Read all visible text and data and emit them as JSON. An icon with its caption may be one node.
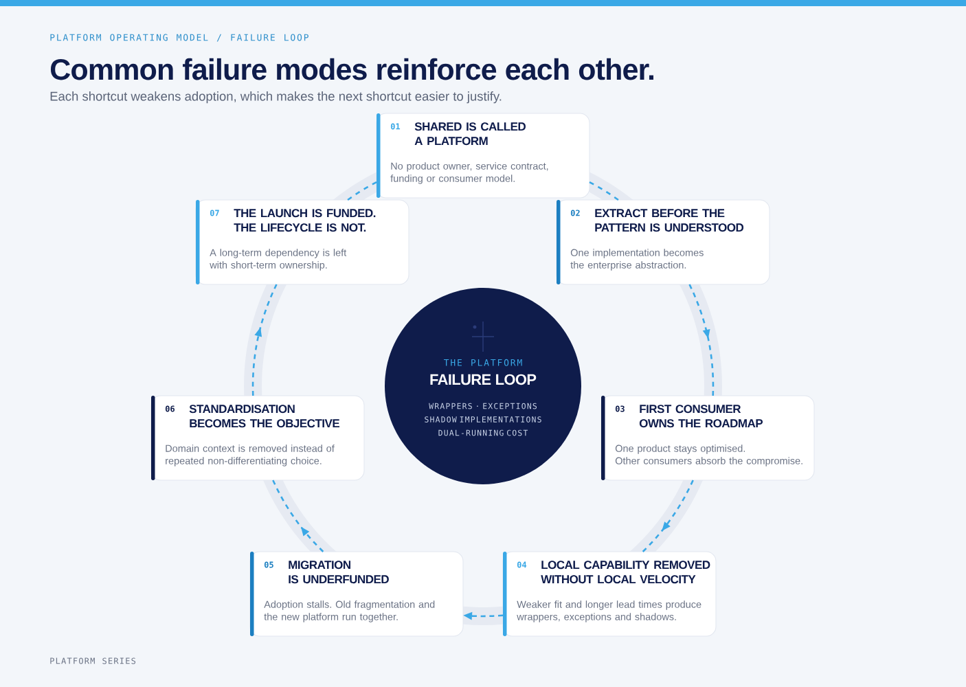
{
  "diagram": {
    "title": "Common failure modes reinforce each other.",
    "nodes": [
      {
        "text": [
          "01",
          "SHARED IS CALLED A PLATFORM",
          "No product owner, service contract, funding or consumer model."
        ]
      },
      {
        "text": [
          "02",
          "EXTRACT BEFORE THE PATTERN IS UNDERSTOOD",
          "One implementation becomes the enterprise abstraction."
        ]
      },
      {
        "text": [
          "03",
          "FIRST CONSUMER OWNS THE ROADMAP",
          "One product stays optimised. Other consumers absorb the compromise."
        ]
      },
      {
        "text": [
          "04",
          "LOCAL CAPABILITY REMOVED WITHOUT LOCAL VELOCITY",
          "Weaker fit and longer lead times produce wrappers, exceptions and shadows."
        ]
      },
      {
        "text": [
          "05",
          "MIGRATION IS UNDERFUNDED",
          "Adoption stalls. Old fragmentation and the new platform run together."
        ]
      },
      {
        "text": [
          "06",
          "STANDARDISATION BECOMES THE OBJECTIVE",
          "Domain context is removed instead of repeated non-differentiating choice."
        ]
      },
      {
        "text": [
          "07",
          "THE LAUNCH IS FUNDED. THE LIFECYCLE IS NOT.",
          "A long-term dependency is left with short-term ownership."
        ]
      },
      {
        "text": [
          "THE PLATFORM",
          "FAILURE LOOP",
          "WRAPPERS · EXCEPTIONS SHADOW IMPLEMENTATIONS DUAL-RUNNING COST"
        ]
      }
    ],
    "edges": [
      {
        "from": 0,
        "to": 1,
        "arrow": "none",
        "style": "dashed"
      },
      {
        "from": 1,
        "to": 2,
        "arrow": "to",
        "style": "dashed"
      },
      {
        "from": 2,
        "to": 3,
        "arrow": "to",
        "style": "dashed"
      },
      {
        "from": 3,
        "to": 4,
        "arrow": "to",
        "style": "dashed"
      },
      {
        "from": 4,
        "to": 5,
        "arrow": "to",
        "style": "dashed"
      },
      {
        "from": 5,
        "to": 6,
        "arrow": "to",
        "style": "dashed"
      },
      {
        "from": 6,
        "to": 0,
        "arrow": "none",
        "style": "dashed"
      }
    ],
    "labels": [
      "PLATFORM OPERATING MODEL / FAILURE LOOP",
      "Each shortcut weakens adoption, which makes the next shortcut easier to justify.",
      "PLATFORM SERIES"
    ]
  }
}
